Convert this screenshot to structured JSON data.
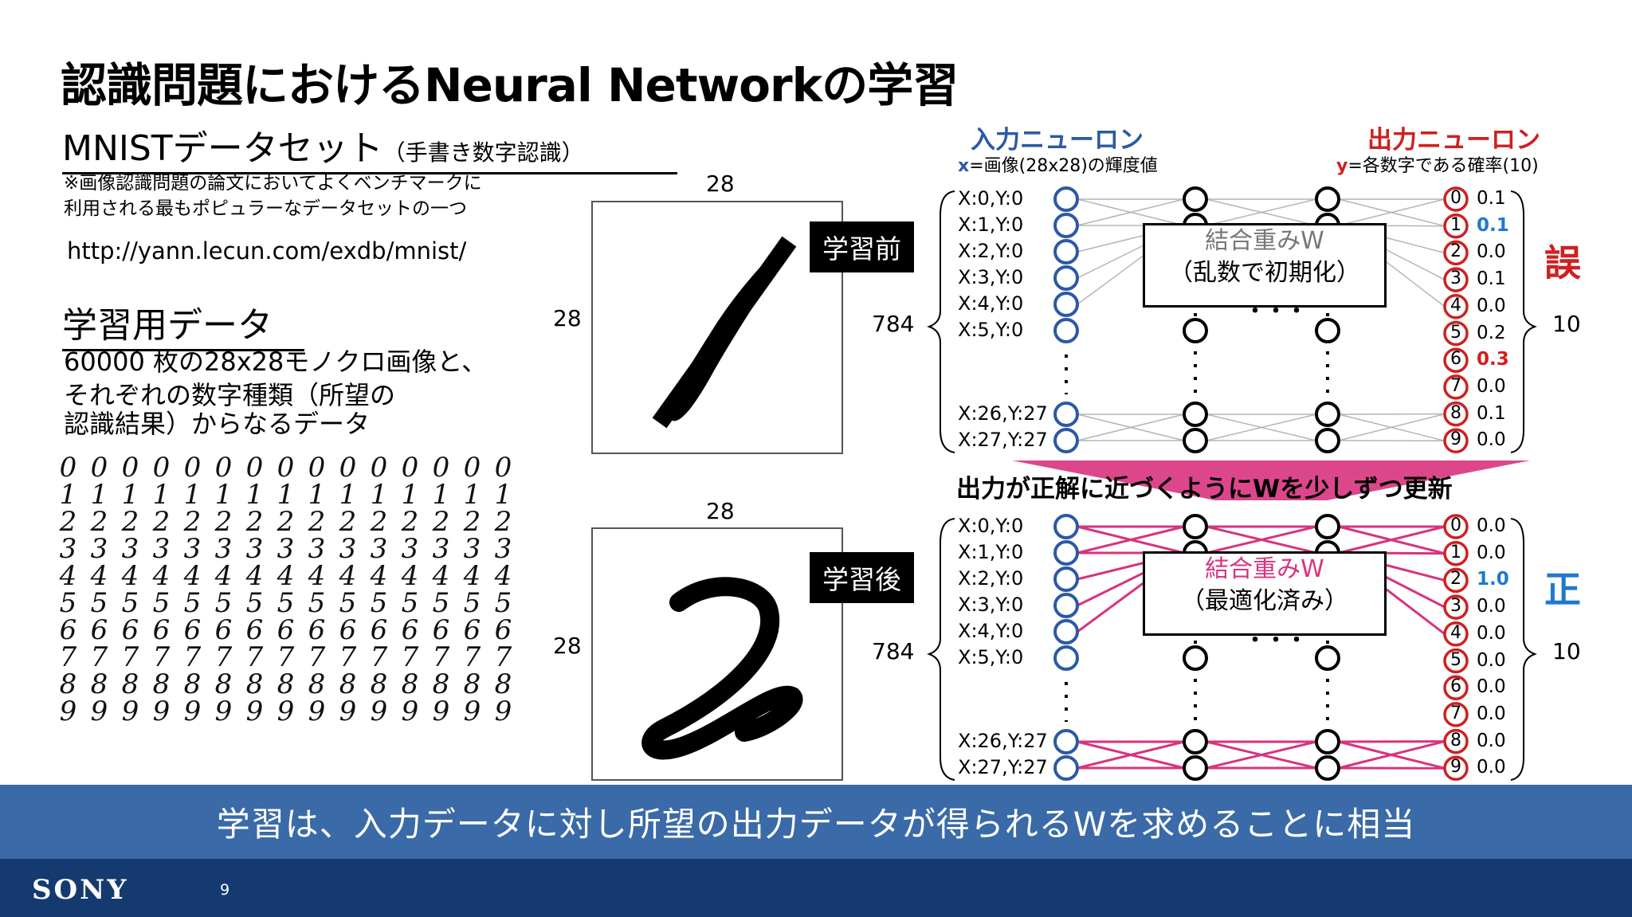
{
  "title": "認識問題におけるNeural Networkの学習",
  "mnist": {
    "heading": "MNISTデータセット",
    "heading_sub": "（手書き数字認識）",
    "note_line1": "※画像認識問題の論文においてよくベンチマークに",
    "note_line2": "利用される最もポピュラーなデータセットの一つ",
    "url": "http://yann.lecun.com/exdb/mnist/"
  },
  "training_data": {
    "heading": "学習用データ",
    "line1": "60000 枚の28x28モノクロ画像と、",
    "line2": "それぞれの数字種類（所望の",
    "line3": "認識結果）からなるデータ"
  },
  "digit_rows": [
    "000000000000000",
    "111111111111111",
    "222222222222222",
    "333333333333333",
    "444444444444444",
    "555555555555555",
    "666666666666666",
    "777777777777777",
    "888888888888888",
    "999999999999999"
  ],
  "image_dims": {
    "width": "28",
    "height": "28",
    "inputs": "784",
    "outputs": "10"
  },
  "before": {
    "badge": "学習前",
    "judge": "誤",
    "weight_line1": "結合重みW",
    "weight_line2": "（乱数で初期化）",
    "outputs": [
      "0.1",
      "0.1",
      "0.0",
      "0.1",
      "0.0",
      "0.2",
      "0.3",
      "0.0",
      "0.1",
      "0.0"
    ]
  },
  "after": {
    "badge": "学習後",
    "judge": "正",
    "weight_line1": "結合重みW",
    "weight_line2": "（最適化済み）",
    "outputs": [
      "0.0",
      "0.0",
      "1.0",
      "0.0",
      "0.0",
      "0.0",
      "0.0",
      "0.0",
      "0.0",
      "0.0"
    ]
  },
  "input_labels": [
    "X:0,Y:0",
    "X:1,Y:0",
    "X:2,Y:0",
    "X:3,Y:0",
    "X:4,Y:0",
    "X:5,Y:0",
    "X:26,Y:27",
    "X:27,Y:27"
  ],
  "output_indices": [
    "0",
    "1",
    "2",
    "3",
    "4",
    "5",
    "6",
    "7",
    "8",
    "9"
  ],
  "input_neuron": {
    "title": "入力ニューロン",
    "sub_var": "x",
    "sub_text": "=画像(28x28)の輝度値"
  },
  "output_neuron": {
    "title": "出力ニューロン",
    "sub_var": "y",
    "sub_text": "=各数字である確率(10)"
  },
  "update_text": "出力が正解に近づくようにWを少しずつ更新",
  "ellipsis": "・・・",
  "banner": "学習は、入力データに対し所望の出力データが得られるWを求めることに相当",
  "footer": {
    "brand": "SONY",
    "page": "9"
  },
  "colors": {
    "input_blue": "#2b59a5",
    "output_red": "#d01f1f",
    "highlight_blue": "#1f78d1",
    "pink": "#d8337f",
    "banner": "#3a6aa8",
    "footer": "#143a70"
  }
}
